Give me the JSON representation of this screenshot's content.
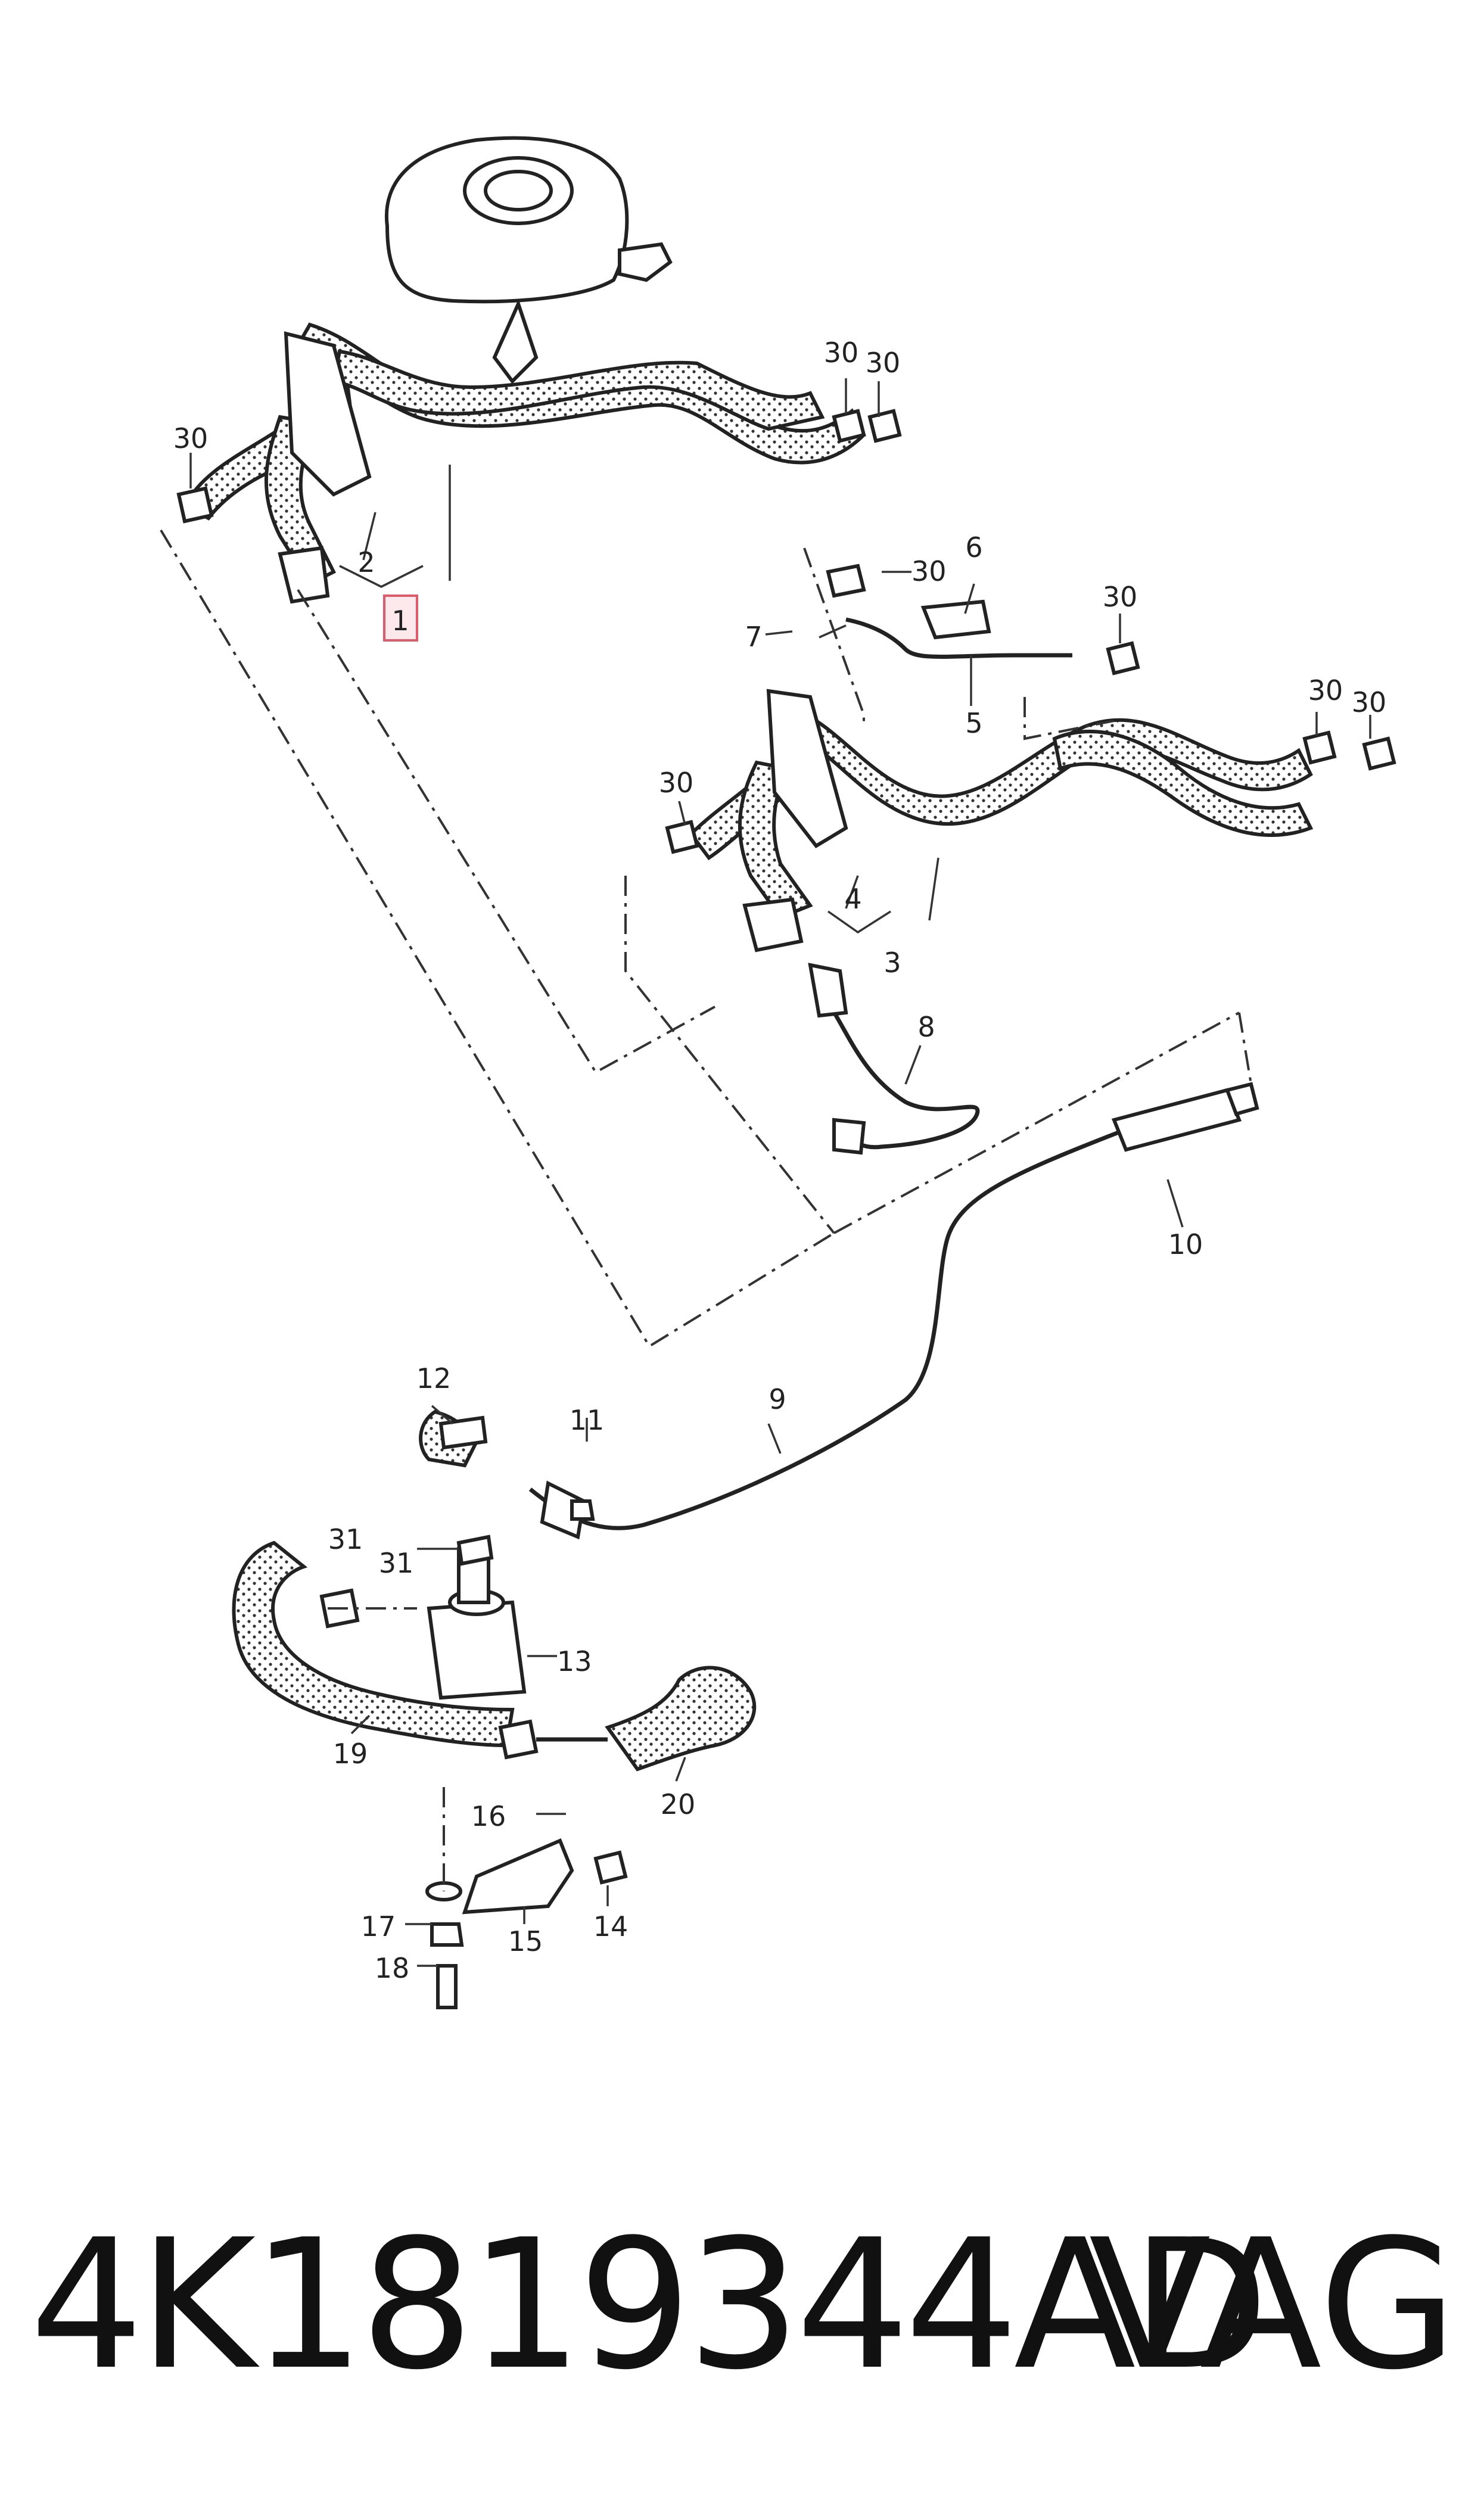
{
  "callouts": {
    "c1": "1",
    "c2": "2",
    "c3": "3",
    "c4": "4",
    "c5": "5",
    "c6": "6",
    "c7": "7",
    "c8": "8",
    "c9": "9",
    "c10": "10",
    "c11": "11",
    "c12": "12",
    "c13": "13",
    "c14": "14",
    "c15": "15",
    "c16": "16",
    "c17": "17",
    "c18": "18",
    "c19": "19",
    "c20": "20",
    "c30a": "30",
    "c30b": "30",
    "c30c": "30",
    "c30d": "30",
    "c30e": "30",
    "c30f": "30",
    "c30g": "30",
    "c31a": "31",
    "c31b": "31"
  },
  "highlight": {
    "part_id": "1",
    "color": "#e05a6a"
  },
  "footer": {
    "part_number": "4K1819344AD",
    "brand": "VAG"
  }
}
